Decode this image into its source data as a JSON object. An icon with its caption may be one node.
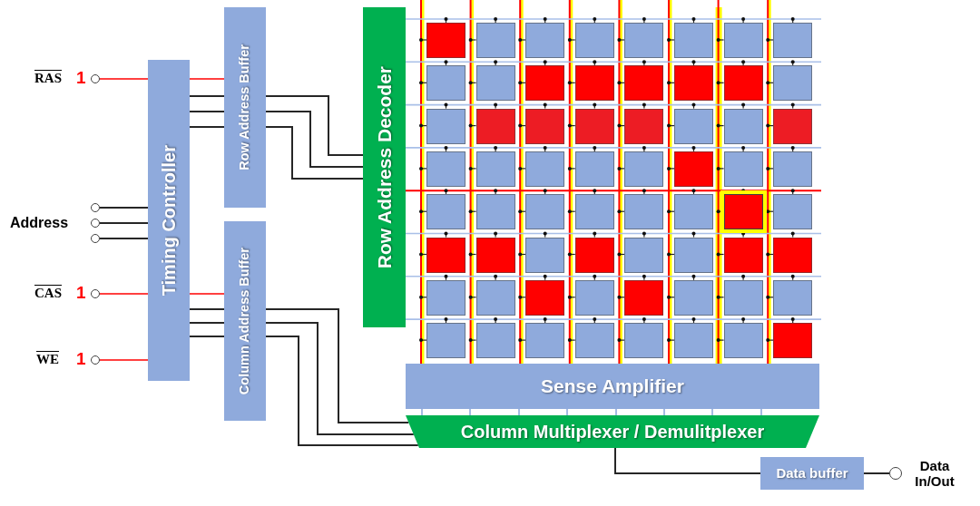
{
  "diagram": {
    "nodes": [
      {
        "text": [],
        "shape": "circle",
        "beside": [
          "RAS",
          "1"
        ]
      },
      {
        "text": [],
        "shape": "circle"
      },
      {
        "text": [],
        "shape": "circle"
      },
      {
        "text": [],
        "shape": "circle"
      },
      {
        "text": [],
        "shape": "circle",
        "beside": [
          "CAS",
          "1"
        ]
      },
      {
        "text": [],
        "shape": "circle",
        "beside": [
          "WE",
          "1"
        ]
      },
      {
        "text": [
          "Timing Controller"
        ]
      },
      {
        "text": [
          "Row Address Buffer"
        ]
      },
      {
        "text": [
          "Column Address Buffer"
        ]
      },
      {
        "text": [
          "Row Address Decoder"
        ]
      },
      {
        "text": [],
        "shape": "box"
      },
      {
        "text": [],
        "shape": "box"
      },
      {
        "text": [],
        "shape": "box"
      },
      {
        "text": [],
        "shape": "box"
      },
      {
        "text": [],
        "shape": "box"
      },
      {
        "text": [],
        "shape": "box"
      },
      {
        "text": [],
        "shape": "box"
      },
      {
        "text": [],
        "shape": "box"
      },
      {
        "text": [],
        "shape": "box"
      },
      {
        "text": [],
        "shape": "box"
      },
      {
        "text": [],
        "shape": "box"
      },
      {
        "text": [],
        "shape": "box"
      },
      {
        "text": [],
        "shape": "box"
      },
      {
        "text": [],
        "shape": "box"
      },
      {
        "text": [],
        "shape": "box"
      },
      {
        "text": [],
        "shape": "box"
      },
      {
        "text": [],
        "shape": "box"
      },
      {
        "text": [],
        "shape": "box"
      },
      {
        "text": [],
        "shape": "box"
      },
      {
        "text": [],
        "shape": "box"
      },
      {
        "text": [],
        "shape": "box"
      },
      {
        "text": [],
        "shape": "box"
      },
      {
        "text": [],
        "shape": "box"
      },
      {
        "text": [],
        "shape": "box"
      },
      {
        "text": [],
        "shape": "box"
      },
      {
        "text": [],
        "shape": "box"
      },
      {
        "text": [],
        "shape": "box"
      },
      {
        "text": [],
        "shape": "box"
      },
      {
        "text": [],
        "shape": "box"
      },
      {
        "text": [],
        "shape": "box"
      },
      {
        "text": [],
        "shape": "box"
      },
      {
        "text": [],
        "shape": "box"
      },
      {
        "text": [],
        "shape": "box"
      },
      {
        "text": [],
        "shape": "box"
      },
      {
        "text": [],
        "shape": "box"
      },
      {
        "text": [],
        "shape": "box"
      },
      {
        "text": [],
        "shape": "box"
      },
      {
        "text": [],
        "shape": "box"
      },
      {
        "text": [],
        "shape": "box"
      },
      {
        "text": [],
        "shape": "box"
      },
      {
        "text": [],
        "shape": "box"
      },
      {
        "text": [],
        "shape": "box"
      },
      {
        "text": [],
        "shape": "box"
      },
      {
        "text": [],
        "shape": "box"
      },
      {
        "text": [],
        "shape": "box"
      },
      {
        "text": [],
        "shape": "box"
      },
      {
        "text": [],
        "shape": "box"
      },
      {
        "text": [],
        "shape": "box"
      },
      {
        "text": [],
        "shape": "box"
      },
      {
        "text": [],
        "shape": "box"
      },
      {
        "text": [],
        "shape": "box"
      },
      {
        "text": [],
        "shape": "box"
      },
      {
        "text": [],
        "shape": "box"
      },
      {
        "text": [],
        "shape": "box"
      },
      {
        "text": [],
        "shape": "box"
      },
      {
        "text": [],
        "shape": "box"
      },
      {
        "text": [],
        "shape": "box"
      },
      {
        "text": [],
        "shape": "box"
      },
      {
        "text": [],
        "shape": "box"
      },
      {
        "text": [],
        "shape": "box"
      },
      {
        "text": [],
        "shape": "box"
      },
      {
        "text": [],
        "shape": "box"
      },
      {
        "text": [],
        "shape": "box"
      },
      {
        "text": [],
        "shape": "box"
      },
      {
        "text": [
          "Sense Amplifier"
        ]
      },
      {
        "text": [
          "Column Multiplexer / Demulitplexer"
        ]
      },
      {
        "text": [
          "Data buffer"
        ]
      },
      {
        "text": [],
        "shape": "circle",
        "beside": [
          "Data In/Out"
        ]
      }
    ],
    "edges": [
      {
        "from": 0,
        "to": 6,
        "arrow": "none",
        "color": "#ff0000"
      },
      {
        "from": 1,
        "to": 6,
        "arrow": "none"
      },
      {
        "from": 2,
        "to": 6,
        "arrow": "none"
      },
      {
        "from": 3,
        "to": 6,
        "arrow": "none"
      },
      {
        "from": 4,
        "to": 6,
        "arrow": "none",
        "color": "#ff0000"
      },
      {
        "from": 5,
        "to": 6,
        "arrow": "none",
        "color": "#ff0000"
      },
      {
        "from": 6,
        "to": 7,
        "arrow": "none",
        "color": "#ff0000"
      },
      {
        "from": 6,
        "to": 7,
        "arrow": "none"
      },
      {
        "from": 6,
        "to": 7,
        "arrow": "none"
      },
      {
        "from": 6,
        "to": 7,
        "arrow": "none"
      },
      {
        "from": 7,
        "to": 9,
        "arrow": "none"
      },
      {
        "from": 7,
        "to": 9,
        "arrow": "none"
      },
      {
        "from": 7,
        "to": 9,
        "arrow": "none"
      },
      {
        "from": 6,
        "to": 8,
        "arrow": "none",
        "color": "#ff0000"
      },
      {
        "from": 6,
        "to": 8,
        "arrow": "none"
      },
      {
        "from": 6,
        "to": 8,
        "arrow": "none"
      },
      {
        "from": 6,
        "to": 8,
        "arrow": "none"
      },
      {
        "from": 8,
        "to": 75,
        "arrow": "none"
      },
      {
        "from": 8,
        "to": 75,
        "arrow": "none"
      },
      {
        "from": 8,
        "to": 75,
        "arrow": "none"
      },
      {
        "from": 74,
        "to": 75,
        "arrow": "none",
        "color": "#8faadc"
      },
      {
        "from": 74,
        "to": 75,
        "arrow": "none",
        "color": "#8faadc"
      },
      {
        "from": 74,
        "to": 75,
        "arrow": "none",
        "color": "#8faadc"
      },
      {
        "from": 74,
        "to": 75,
        "arrow": "none",
        "color": "#8faadc"
      },
      {
        "from": 74,
        "to": 75,
        "arrow": "none",
        "color": "#8faadc"
      },
      {
        "from": 74,
        "to": 75,
        "arrow": "none",
        "color": "#8faadc"
      },
      {
        "from": 74,
        "to": 75,
        "arrow": "none",
        "color": "#8faadc"
      },
      {
        "from": 74,
        "to": 75,
        "arrow": "none",
        "color": "#8faadc"
      },
      {
        "from": 75,
        "to": 76,
        "arrow": "none"
      },
      {
        "from": 76,
        "to": 77,
        "arrow": "none"
      }
    ],
    "labels": [
      "Address"
    ]
  }
}
